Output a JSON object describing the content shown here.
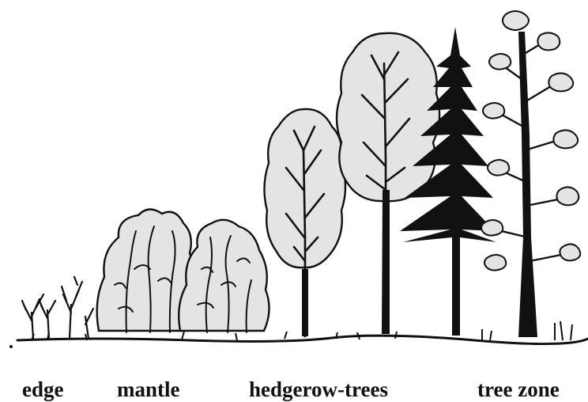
{
  "colors": {
    "ink": "#111111",
    "foliage": "#e4e4e4",
    "background": "#ffffff"
  },
  "zones": [
    {
      "id": "edge",
      "label": "edge"
    },
    {
      "id": "mantle",
      "label": "mantle"
    },
    {
      "id": "hedgerow-trees",
      "label": "hedgerow-trees"
    },
    {
      "id": "tree-zone",
      "label": "tree zone"
    }
  ]
}
